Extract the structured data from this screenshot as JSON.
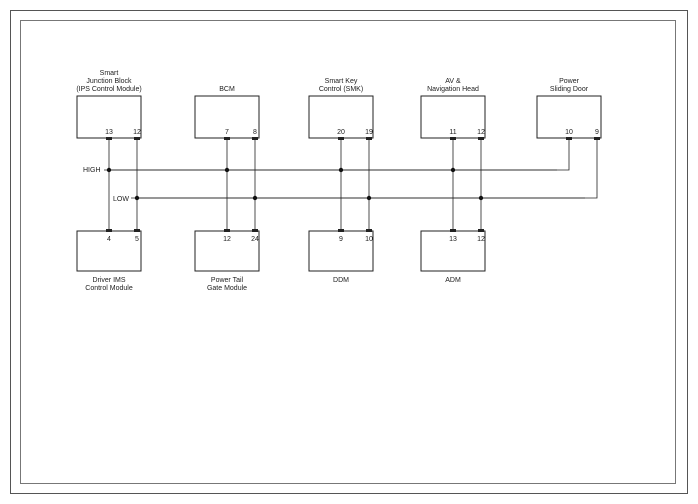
{
  "bus": {
    "high_label": "HIGH",
    "low_label": "LOW"
  },
  "top_modules": [
    {
      "label_lines": [
        "Smart",
        "Junction Block",
        "(IPS Control Module)"
      ],
      "pins": [
        "13",
        "12"
      ]
    },
    {
      "label_lines": [
        "BCM"
      ],
      "pins": [
        "7",
        "8"
      ]
    },
    {
      "label_lines": [
        "Smart Key",
        "Control (SMK)"
      ],
      "pins": [
        "20",
        "19"
      ]
    },
    {
      "label_lines": [
        "AV &",
        "Navigation Head"
      ],
      "pins": [
        "11",
        "12"
      ]
    },
    {
      "label_lines": [
        "Power",
        "Sliding Door"
      ],
      "pins": [
        "10",
        "9"
      ]
    }
  ],
  "bottom_modules": [
    {
      "label_lines": [
        "Driver IMS",
        "Control Module"
      ],
      "pins": [
        "4",
        "5"
      ]
    },
    {
      "label_lines": [
        "Power Tail",
        "Gate Module"
      ],
      "pins": [
        "12",
        "24"
      ]
    },
    {
      "label_lines": [
        "DDM"
      ],
      "pins": [
        "9",
        "10"
      ]
    },
    {
      "label_lines": [
        "ADM"
      ],
      "pins": [
        "13",
        "12"
      ]
    }
  ]
}
